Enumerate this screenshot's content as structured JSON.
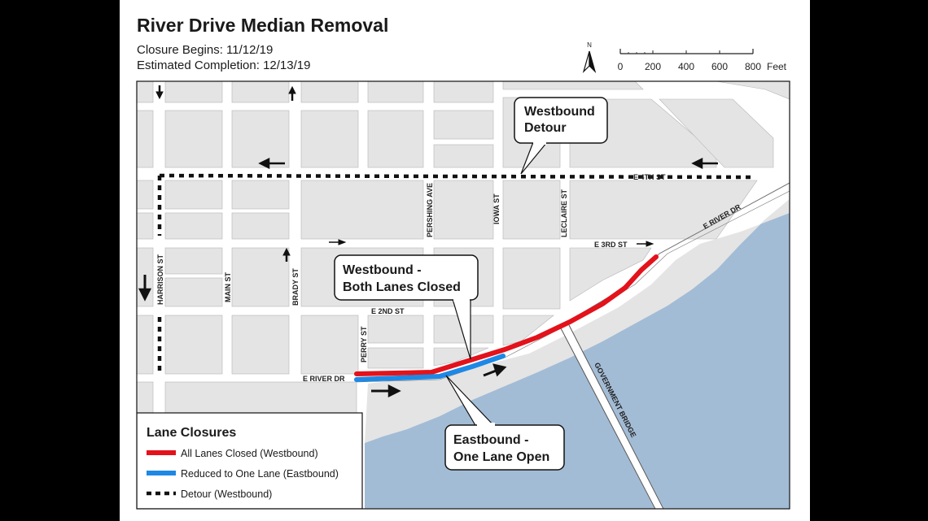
{
  "header": {
    "title": "River Drive Median Removal",
    "closure_begins": "Closure Begins: 11/12/19",
    "estimated_completion": "Estimated Completion: 12/13/19"
  },
  "north_arrow": {
    "label": "N"
  },
  "scale_bar": {
    "ticks": [
      "0",
      "200",
      "400",
      "600",
      "800"
    ],
    "unit": "Feet"
  },
  "streets": {
    "e_4th_st": "E 4TH ST",
    "e_3rd_st": "E 3RD ST",
    "e_2nd_st": "E 2ND ST",
    "e_river_dr_west": "E RIVER DR",
    "e_river_dr_east": "E RIVER DR",
    "harrison_st": "HARRISON ST",
    "main_st": "MAIN ST",
    "brady_st": "BRADY ST",
    "perry_st": "PERRY ST",
    "pershing_ave": "PERSHING AVE",
    "iowa_st": "IOWA ST",
    "leclaire_st": "LECLAIRE ST",
    "government_bridge": "GOVERNMENT BRIDGE"
  },
  "callouts": {
    "westbound_detour": [
      "Westbound",
      "Detour"
    ],
    "westbound_closed": [
      "Westbound -",
      "Both Lanes Closed"
    ],
    "eastbound_open": [
      "Eastbound -",
      "One Lane Open"
    ]
  },
  "legend": {
    "title": "Lane Closures",
    "items": [
      {
        "label": "All Lanes Closed (Westbound)",
        "color": "#e3121b",
        "style": "solid"
      },
      {
        "label": "Reduced to One Lane (Eastbound)",
        "color": "#1e88e5",
        "style": "solid"
      },
      {
        "label": "Detour (Westbound)",
        "color": "#111111",
        "style": "dashed"
      }
    ]
  },
  "colors": {
    "river": "#a3bcd6",
    "block": "#e4e4e4",
    "closed": "#e3121b",
    "reduced": "#1e88e5",
    "detour": "#111111"
  }
}
